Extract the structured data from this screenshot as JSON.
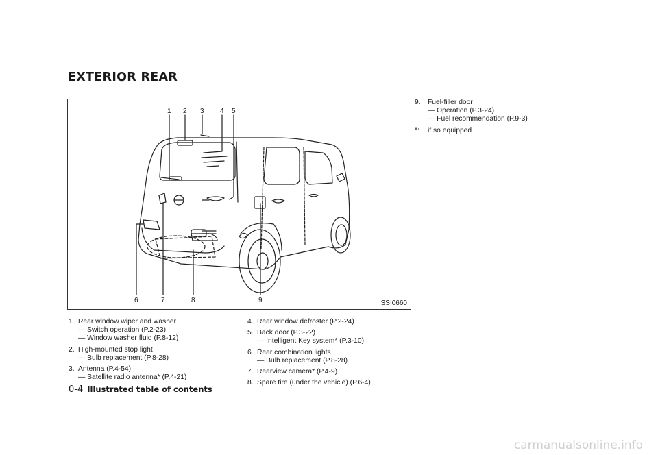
{
  "page": {
    "section_title": "EXTERIOR REAR",
    "figure_code": "SSI0660",
    "page_number": "0-4",
    "footer_title": "Illustrated table of contents",
    "watermark": "carmanualsonline.info"
  },
  "figure": {
    "callouts_top": [
      "1",
      "2",
      "3",
      "4",
      "5"
    ],
    "callouts_bottom": [
      "6",
      "7",
      "8",
      "9"
    ]
  },
  "items_col1": [
    {
      "num": "1.",
      "text": "Rear window wiper and washer",
      "subs": [
        "— Switch operation (P.2-23)",
        "— Window washer fluid (P.8-12)"
      ]
    },
    {
      "num": "2.",
      "text": "High-mounted stop light",
      "subs": [
        "— Bulb replacement (P.8-28)"
      ]
    },
    {
      "num": "3.",
      "text": "Antenna (P.4-54)",
      "subs": [
        "— Satellite radio antenna* (P.4-21)"
      ]
    }
  ],
  "items_col2": [
    {
      "num": "4.",
      "text": "Rear window defroster (P.2-24)",
      "subs": []
    },
    {
      "num": "5.",
      "text": "Back door (P.3-22)",
      "subs": [
        "— Intelligent Key system* (P.3-10)"
      ]
    },
    {
      "num": "6.",
      "text": "Rear combination lights",
      "subs": [
        "— Bulb replacement (P.8-28)"
      ]
    },
    {
      "num": "7.",
      "text": "Rearview camera* (P.4-9)",
      "subs": []
    },
    {
      "num": "8.",
      "text": "Spare tire (under the vehicle) (P.6-4)",
      "subs": []
    }
  ],
  "items_col3": [
    {
      "num": "9.",
      "text": "Fuel-filler door",
      "subs": [
        "— Operation (P.3-24)",
        "— Fuel recommendation (P.9-3)"
      ]
    },
    {
      "num": "*:",
      "text": "if so equipped",
      "subs": []
    }
  ]
}
